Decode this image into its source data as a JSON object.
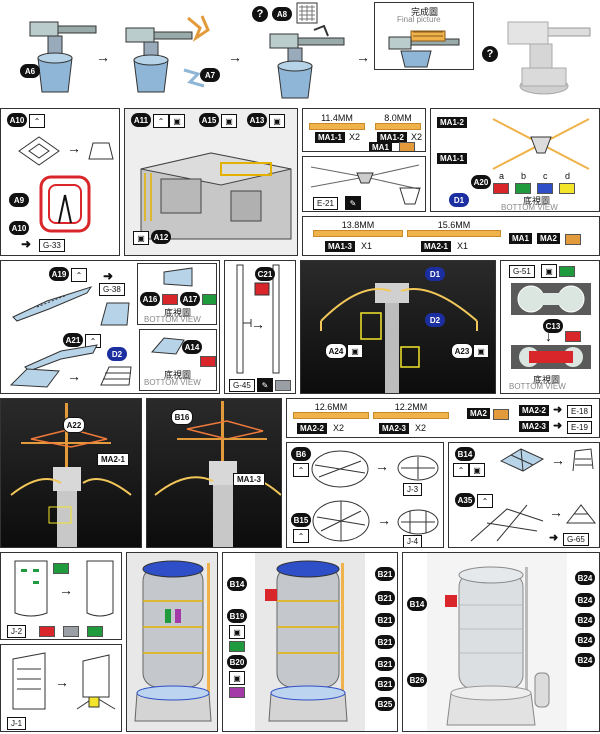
{
  "final_picture": {
    "cn": "完成圖",
    "en": "Final picture"
  },
  "bottom_view": {
    "cn": "底視圖",
    "en": "BOTTOM VIEW"
  },
  "part_labels": {
    "a6": "A6",
    "a7": "A7",
    "a8": "A8",
    "a9": "A9",
    "a10": "A10",
    "a10b": "A10",
    "a11": "A11",
    "a12": "A12",
    "a13": "A13",
    "a14": "A14",
    "a15": "A15",
    "a16": "A16",
    "a17": "A17",
    "a19": "A19",
    "a20": "A20",
    "a21": "A21",
    "a22": "A22",
    "a23": "A23",
    "a24": "A24",
    "a35": "A35",
    "b6": "B6",
    "b14": "B14",
    "b14b": "B14",
    "b14c": "B14",
    "b15": "B15",
    "b16": "B16",
    "b19": "B19",
    "b20": "B20",
    "b21": "B21",
    "b24": "B24",
    "b25": "B25",
    "b26": "B26",
    "c13": "C13",
    "c21": "C21",
    "d1": "D1",
    "d1b": "D1",
    "d2": "D2",
    "d2b": "D2"
  },
  "refs": {
    "g33": "G-33",
    "g38": "G-38",
    "g45": "G-45",
    "g51": "G-51",
    "g65": "G-65",
    "e21": "E-21",
    "e18": "E-18",
    "e19": "E-19",
    "j1": "J-1",
    "j2": "J-2",
    "j3": "J-3",
    "j4": "J-4"
  },
  "dims": {
    "d114": "11.4MM",
    "d80": "8.0MM",
    "d138": "13.8MM",
    "d156": "15.6MM",
    "d126": "12.6MM",
    "d122": "12.2MM"
  },
  "codes": {
    "ma11": "MA1-1",
    "ma12": "MA1-2",
    "ma1": "MA1",
    "ma13": "MA1-3",
    "ma21": "MA2-1",
    "ma2": "MA2",
    "ma22": "MA2-2",
    "ma23": "MA2-3"
  },
  "qty": {
    "x2": "X2",
    "x1": "X1"
  },
  "abcd": [
    "a",
    "b",
    "c",
    "d"
  ],
  "question": "?",
  "colors": {
    "red": "#d8262a",
    "green": "#1f9a3c",
    "blue": "#2e4fc7",
    "yellow": "#f2e52a",
    "orange": "#e39a3a",
    "gray": "#9a9ea5",
    "purple": "#a43aa8",
    "pe_orange": "#f0b24a"
  }
}
